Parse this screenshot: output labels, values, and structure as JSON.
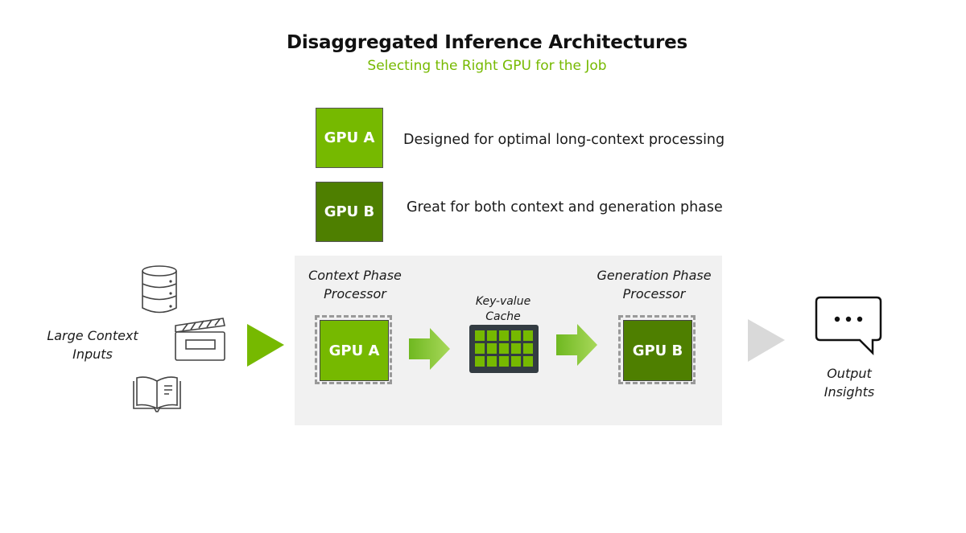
{
  "header": {
    "title": "Disaggregated Inference Architectures",
    "subtitle": "Selecting the Right GPU for the Job"
  },
  "legend": [
    {
      "label": "GPU A",
      "description": "Designed for optimal long-context processing",
      "color": "#76b900"
    },
    {
      "label": "GPU B",
      "description": "Great for both context and generation phase",
      "color": "#4e7f00"
    }
  ],
  "inputs": {
    "label_line1": "Large Context",
    "label_line2": "Inputs",
    "icons": [
      "database-icon",
      "clapperboard-icon",
      "open-book-icon"
    ]
  },
  "context_phase": {
    "label_line1": "Context Phase",
    "label_line2": "Processor",
    "gpu": "GPU A"
  },
  "kv_cache": {
    "label_line1": "Key-value",
    "label_line2": "Cache",
    "rows": 3,
    "cols": 5
  },
  "generation_phase": {
    "label_line1": "Generation Phase",
    "label_line2": "Processor",
    "gpu": "GPU B"
  },
  "output": {
    "label_line1": "Output",
    "label_line2": "Insights",
    "icon": "chat-bubble-icon"
  },
  "colors": {
    "accent_green": "#76b900",
    "dark_green": "#4e7f00",
    "panel_gray": "#f1f1f1",
    "cache_dark": "#333c42",
    "output_arrow_gray": "#d9d9d9"
  }
}
